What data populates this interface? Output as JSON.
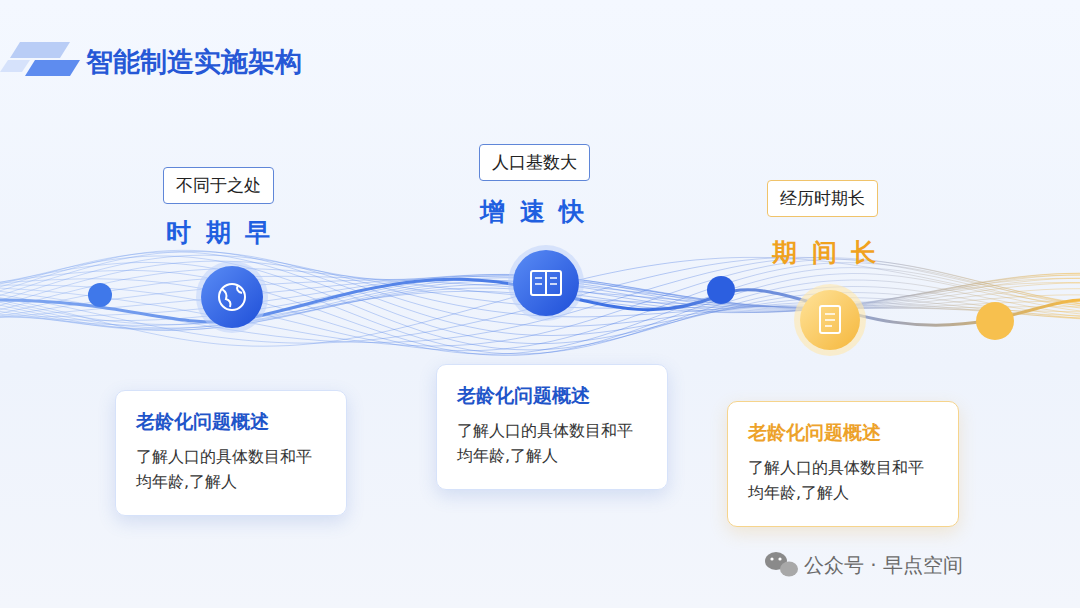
{
  "diagram": {
    "title": "智能制造实施架构",
    "nodes": [
      {
        "text": [
          "不同于之处"
        ]
      },
      {
        "text": [
          "老龄化问题概述",
          "了解人口的具体数目和平均年龄,了解人"
        ]
      },
      {
        "text": [
          "人口基数大"
        ]
      },
      {
        "text": [
          "老龄化问题概述",
          "了解人口的具体数目和平均年龄,了解人"
        ]
      },
      {
        "text": [
          "经历时期长"
        ]
      },
      {
        "text": [
          "老龄化问题概述",
          "了解人口的具体数目和平均年龄,了解人"
        ]
      }
    ],
    "labels": [
      "时 期 早",
      "增 速 快",
      "期 间 长",
      "公众号 · 早点空间"
    ]
  }
}
